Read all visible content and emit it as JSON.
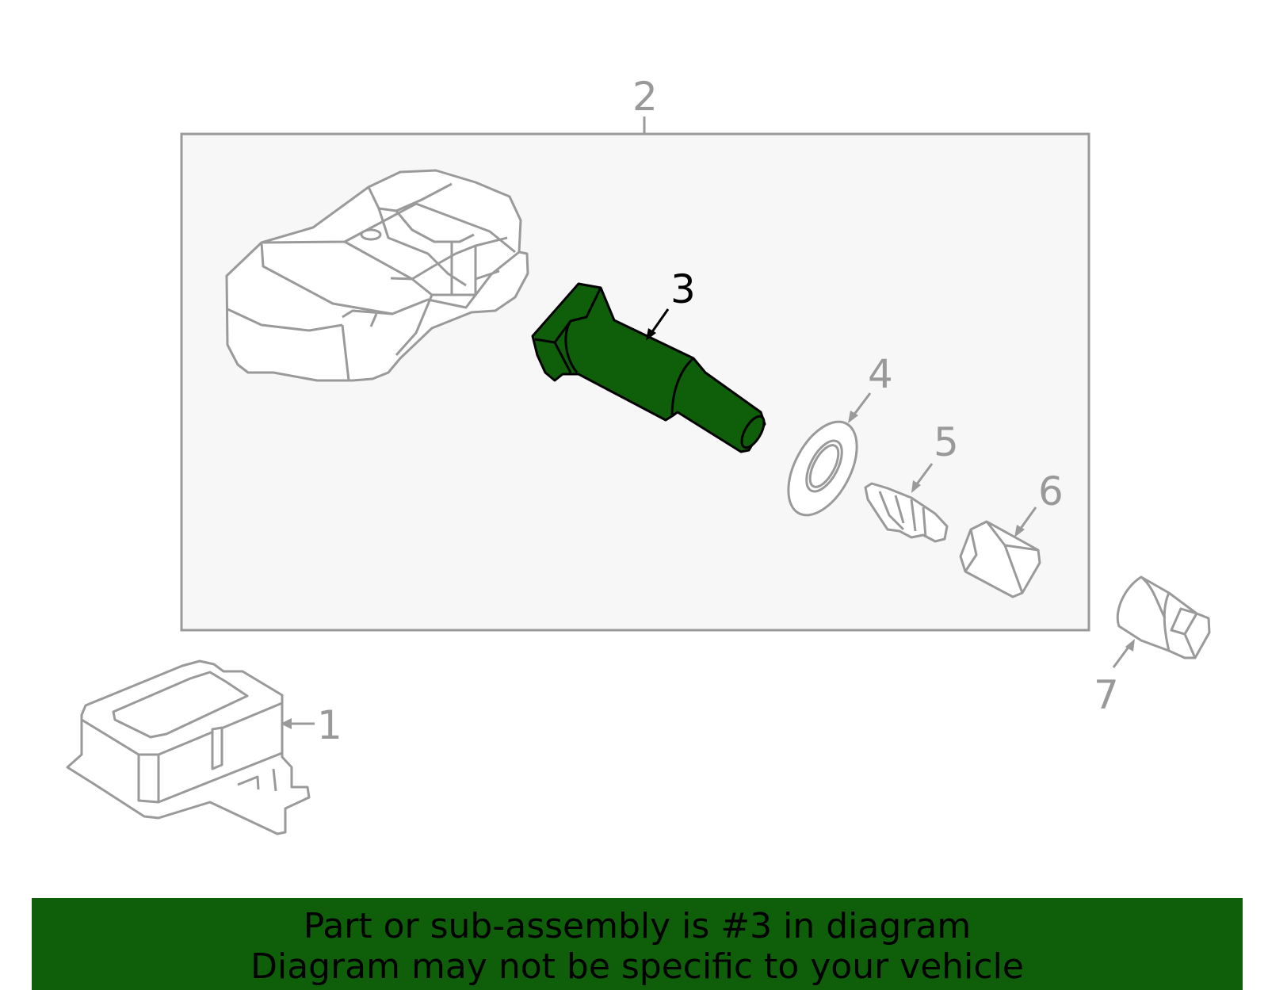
{
  "diagram": {
    "labels": [
      "1",
      "2",
      "3",
      "4",
      "5",
      "6",
      "7"
    ],
    "highlighted_part": "3",
    "colors": {
      "highlight": "#0f5e0a",
      "outline": "#9a9a9a",
      "assembly_box_fill": "#f7f7f7"
    }
  },
  "banner": {
    "line1": "Part or sub-assembly is #3 in diagram",
    "line2": "Diagram may not be specific to your vehicle"
  }
}
